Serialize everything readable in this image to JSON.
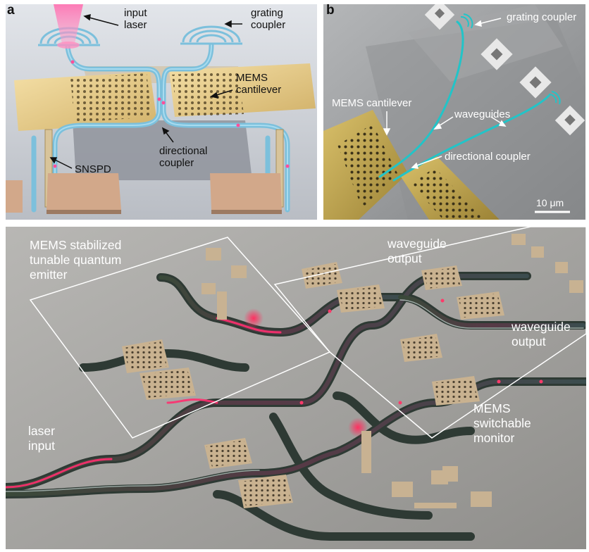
{
  "panel_a": {
    "label": "a",
    "input_laser": [
      "input",
      "laser"
    ],
    "grating_coupler": [
      "grating",
      "coupler"
    ],
    "mems_cantilever": [
      "MEMS",
      "cantilever"
    ],
    "snspd": "SNSPD",
    "directional_coupler": [
      "directional",
      "coupler"
    ]
  },
  "panel_b": {
    "label": "b",
    "grating_coupler": "grating coupler",
    "mems_cantilever": "MEMS cantilever",
    "waveguides": "waveguides",
    "directional_coupler": "directional coupler",
    "scale_bar": "10 μm"
  },
  "panel_c": {
    "emitter": [
      "MEMS stabilized",
      "tunable quantum",
      "emitter"
    ],
    "waveguide_output_1": [
      "waveguide",
      "output"
    ],
    "waveguide_output_2": [
      "waveguide",
      "output"
    ],
    "laser_input": [
      "laser",
      "input"
    ],
    "switchable_monitor": [
      "MEMS",
      "switchable",
      "monitor"
    ]
  },
  "colors": {
    "waveguide_blue": "#6fb7d6",
    "laser_pink": "#ff3d8b",
    "gold": "#d4b04a",
    "sem_cyan": "#22c4c8",
    "pad_tan": "#c7b08f"
  }
}
